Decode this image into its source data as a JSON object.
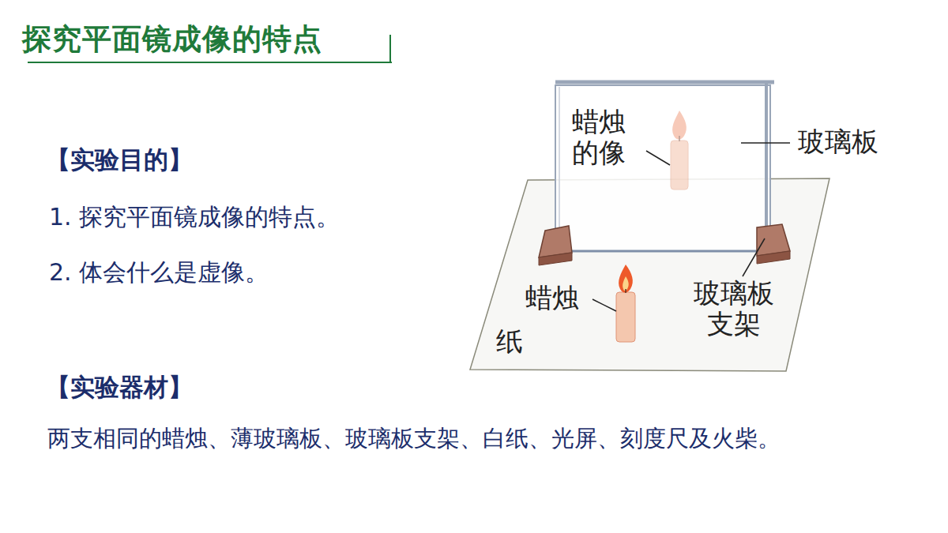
{
  "diagram": {
    "title": "探究平面镜成像的特点",
    "labels": [
      "【实验目的】",
      "1. 探究平面镜成像的特点。",
      "2. 体会什么是虚像。",
      "【实验器材】",
      "两支相同的蜡烛、薄玻璃板、玻璃板支架、白纸、光屏、刻度尺及火柴。",
      "蜡烛 的像",
      "玻璃板",
      "蜡烛",
      "玻璃板 支架",
      "纸"
    ]
  }
}
